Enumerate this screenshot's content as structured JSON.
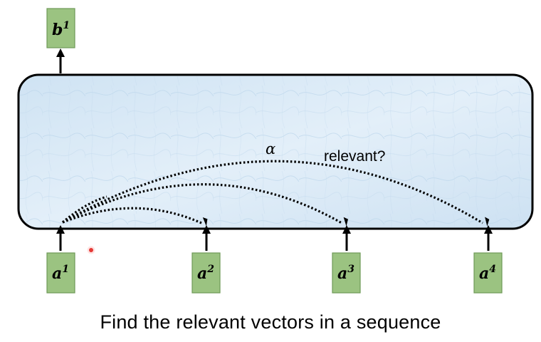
{
  "output_vectors": [
    {
      "base": "b",
      "sup": "1"
    }
  ],
  "input_vectors": [
    {
      "base": "a",
      "sup": "1"
    },
    {
      "base": "a",
      "sup": "2"
    },
    {
      "base": "a",
      "sup": "3"
    },
    {
      "base": "a",
      "sup": "4"
    }
  ],
  "annotations": {
    "alpha": "α",
    "relevant": "relevant?"
  },
  "caption": "Find the relevant vectors in a sequence",
  "colors": {
    "box_fill": "#9bc381",
    "box_stroke": "#6f9a57",
    "layer_fill": "#d6e8f5",
    "layer_stroke": "#000000",
    "pointer": "#e53935"
  }
}
